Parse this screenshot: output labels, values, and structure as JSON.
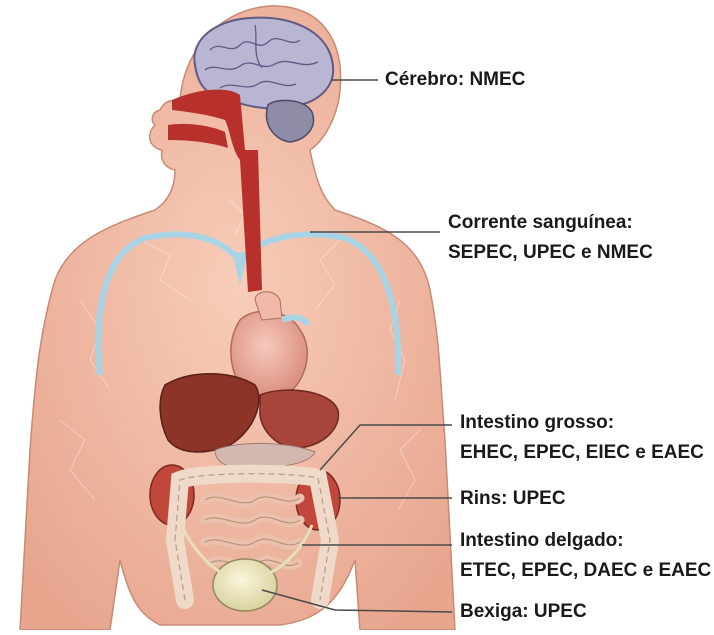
{
  "labels": {
    "brain": {
      "lines": [
        "Cérebro: NMEC"
      ]
    },
    "bloodstream": {
      "lines": [
        "Corrente sanguínea:",
        "SEPEC, UPEC e NMEC"
      ]
    },
    "large_intestine": {
      "lines": [
        "Intestino grosso:",
        "EHEC, EPEC, EIEC e EAEC"
      ]
    },
    "kidneys": {
      "lines": [
        "Rins: UPEC"
      ]
    },
    "small_intestine": {
      "lines": [
        "Intestino delgado:",
        "ETEC, EPEC, DAEC e EAEC"
      ]
    },
    "bladder": {
      "lines": [
        "Bexiga: UPEC"
      ]
    }
  }
}
